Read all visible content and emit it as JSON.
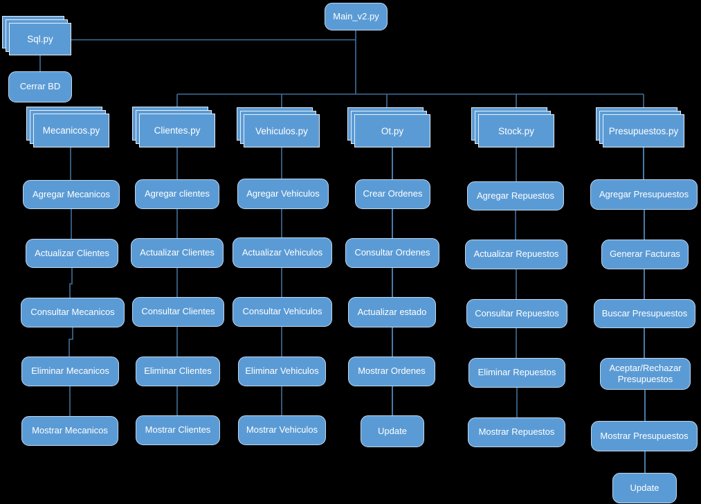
{
  "diagram": {
    "root": {
      "label": "Main_v2.py"
    },
    "sql_module": {
      "label": "Sql.py"
    },
    "cerrar_bd": {
      "label": "Cerrar BD"
    },
    "modules": [
      {
        "label": "Mecanicos.py",
        "children": [
          "Agregar Mecanicos",
          "Actualizar Clientes",
          "Consultar Mecanicos",
          "Eliminar Mecanicos",
          "Mostrar Mecanicos"
        ]
      },
      {
        "label": "Clientes.py",
        "children": [
          "Agregar clientes",
          "Actualizar Clientes",
          "Consultar Clientes",
          "Eliminar Clientes",
          "Mostrar Clientes"
        ]
      },
      {
        "label": "Vehiculos.py",
        "children": [
          "Agregar Vehiculos",
          "Actualizar Vehiculos",
          "Consultar Vehiculos",
          "Eliminar Vehiculos",
          "Mostrar Vehiculos"
        ]
      },
      {
        "label": "Ot.py",
        "children": [
          "Crear Ordenes",
          "Consultar Ordenes",
          "Actualizar estado",
          "Mostrar Ordenes",
          "Update"
        ]
      },
      {
        "label": "Stock.py",
        "children": [
          "Agregar Repuestos",
          "Actualizar Repuestos",
          "Consultar Repuestos",
          "Eliminar Repuestos",
          "Mostrar Repuestos"
        ]
      },
      {
        "label": "Presupuestos.py",
        "children": [
          "Agregar Presupuestos",
          "Generar Facturas",
          "Buscar Presupuestos",
          "Aceptar/Rechazar Presupuestos",
          "Mostrar Presupuestos",
          "Update"
        ]
      }
    ],
    "colors": {
      "background": "#000000",
      "node_fill": "#5b9bd5",
      "node_border": "#c3d9ef",
      "stack_border": "#eaf1f9",
      "connector_dark": "#41719c",
      "connector_light": "#5b9bd5",
      "text": "#ffffff"
    }
  }
}
